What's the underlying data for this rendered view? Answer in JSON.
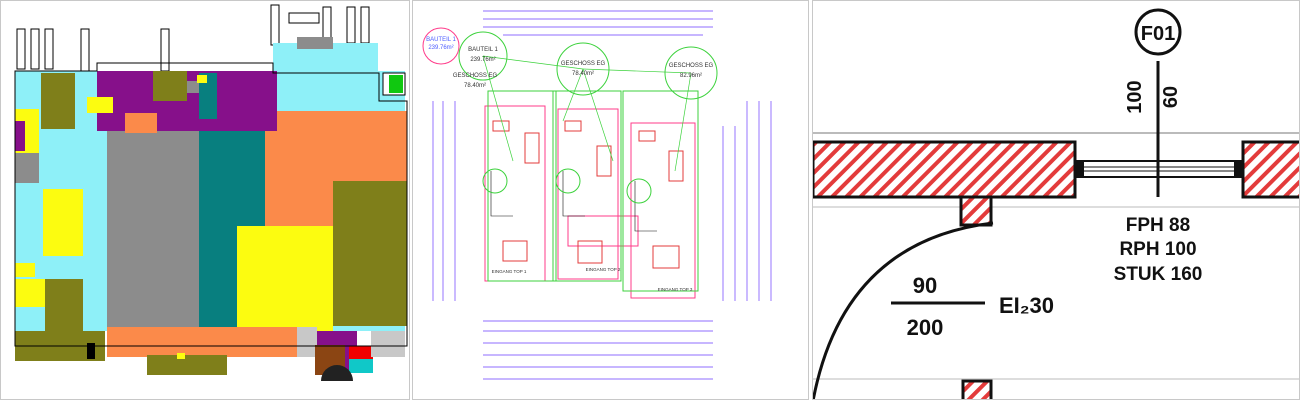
{
  "colors": {
    "cyan": "#8ef0f8",
    "purple": "#86108a",
    "gray": "#8c8c8c",
    "teal": "#087f7f",
    "orange": "#fb8a4a",
    "yellow": "#fcfc10",
    "olive": "#7f7f1a",
    "red": "#f00000",
    "green": "#10c810",
    "magenta": "#ff4c8c",
    "plan_green": "#3cd23c",
    "plan_blue": "#4c5cff",
    "hatch_red": "#e33b3b"
  },
  "plan": {
    "bubble_top": {
      "name": "BAUTEIL 1",
      "area": "239.76m²"
    },
    "bubbles": [
      {
        "name": "BAUTEIL 1",
        "area": "239.76m²"
      },
      {
        "name": "GESCHOSS EG",
        "area": "78.40m²"
      },
      {
        "name": "GESCHOSS EG",
        "area": "78.40m²"
      },
      {
        "name": "GESCHOSS EG",
        "area": "82.96m²"
      }
    ],
    "entries": [
      "EINGANG TOP 1",
      "EINGANG TOP 2",
      "EINGANG TOP 3"
    ]
  },
  "detail": {
    "tag": "F01",
    "dim_a": "100",
    "dim_b": "60",
    "notes": [
      "FPH 88",
      "RPH 100",
      "STUK 160"
    ],
    "fraction_top": "90",
    "fraction_bottom": "200",
    "door_rating": "EI₂30"
  }
}
